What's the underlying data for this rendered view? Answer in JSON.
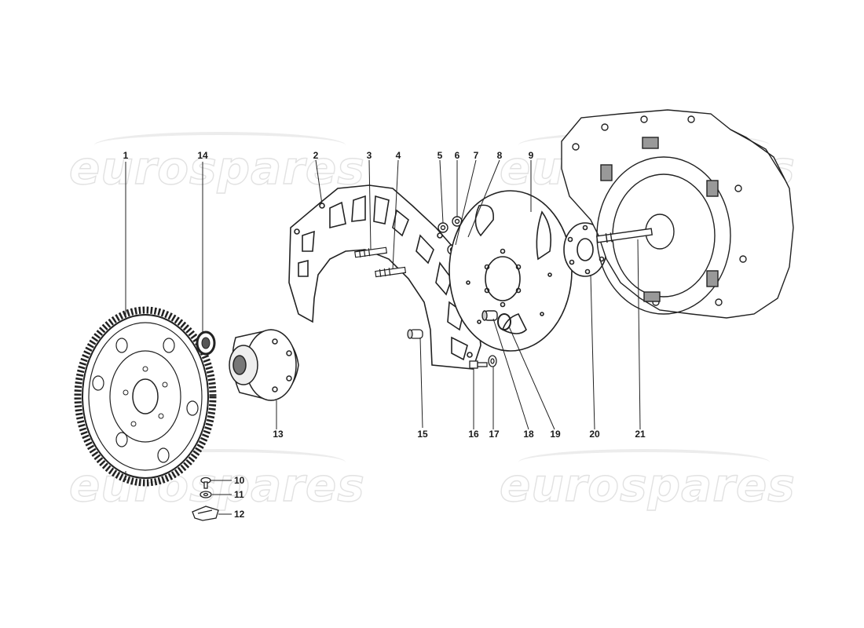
{
  "watermark": {
    "text": "eurospares"
  },
  "callouts": [
    {
      "id": "1",
      "label": "1"
    },
    {
      "id": "2",
      "label": "2"
    },
    {
      "id": "3",
      "label": "3"
    },
    {
      "id": "4",
      "label": "4"
    },
    {
      "id": "5",
      "label": "5"
    },
    {
      "id": "6",
      "label": "6"
    },
    {
      "id": "7",
      "label": "7"
    },
    {
      "id": "8",
      "label": "8"
    },
    {
      "id": "9",
      "label": "9"
    },
    {
      "id": "10",
      "label": "10"
    },
    {
      "id": "11",
      "label": "11"
    },
    {
      "id": "12",
      "label": "12"
    },
    {
      "id": "13",
      "label": "13"
    },
    {
      "id": "14",
      "label": "14"
    },
    {
      "id": "15",
      "label": "15"
    },
    {
      "id": "16",
      "label": "16"
    },
    {
      "id": "17",
      "label": "17"
    },
    {
      "id": "18",
      "label": "18"
    },
    {
      "id": "19",
      "label": "19"
    },
    {
      "id": "20",
      "label": "20"
    },
    {
      "id": "21",
      "label": "21"
    }
  ]
}
